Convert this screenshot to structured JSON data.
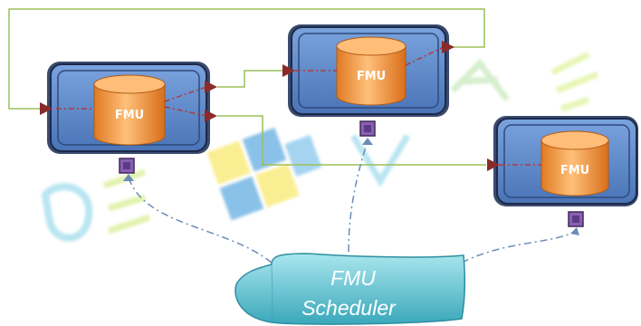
{
  "diagram": {
    "fmus": [
      {
        "id": "fmu-1",
        "label": "FMU"
      },
      {
        "id": "fmu-2",
        "label": "FMU"
      },
      {
        "id": "fmu-3",
        "label": "FMU"
      }
    ],
    "scheduler": {
      "line1": "FMU",
      "line2": "Scheduler"
    }
  },
  "colors": {
    "box_fill": "#5b86c6",
    "box_border": "#1d2a4a",
    "cylinder_fill": "#f39a45",
    "port_fill": "#8b2a2a",
    "scheduler_port_fill": "#8a5fb3",
    "connection_line": "#9bc05a",
    "internal_line": "#b23a3a",
    "schedule_line": "#6b8cb8",
    "scheduler_fill": "#6cc7d4"
  }
}
